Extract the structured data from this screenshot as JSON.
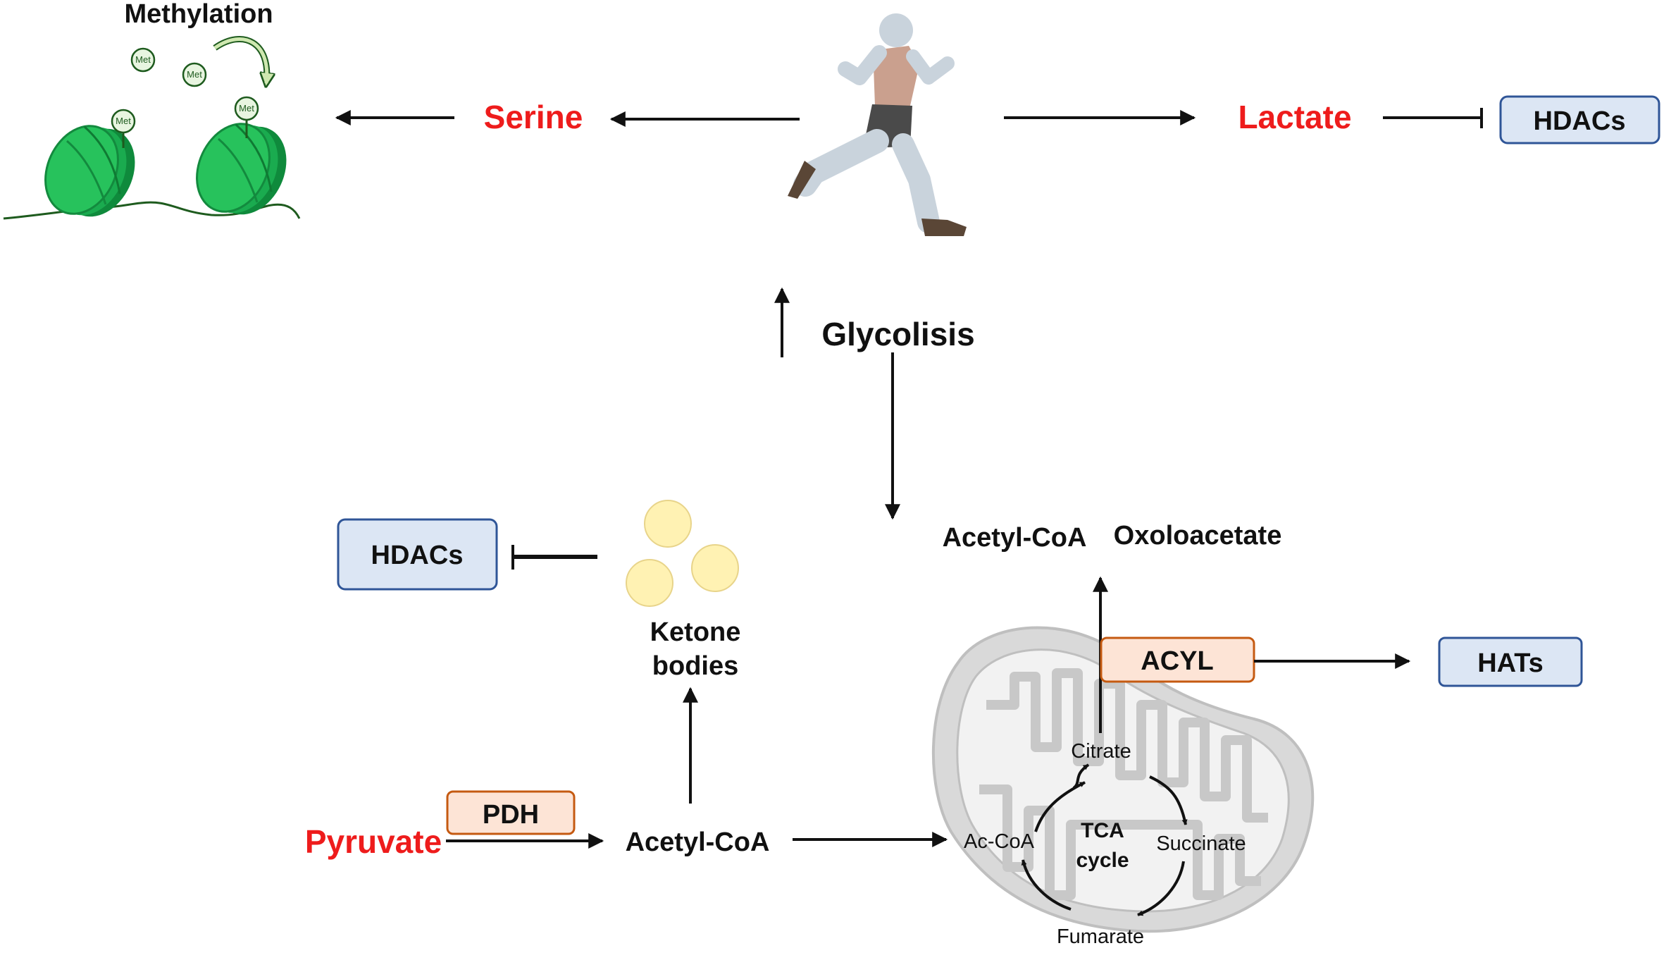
{
  "labels": {
    "methylation": "Methylation",
    "serine": "Serine",
    "lactate": "Lactate",
    "hdacs_top": "HDACs",
    "glycolisis": "Glycolisis",
    "hdacs_left": "HDACs",
    "ketone_line1": "Ketone",
    "ketone_line2": "bodies",
    "acetyl_coa_top": "Acetyl-CoA",
    "oxoloacetate": "Oxoloacetate",
    "acyl": "ACYL",
    "hats": "HATs",
    "pdh": "PDH",
    "pyruvate": "Pyruvate",
    "acetyl_coa_bottom": "Acetyl-CoA",
    "citrate": "Citrate",
    "ac_coa": "Ac-CoA",
    "tca_line1": "TCA",
    "tca_line2": "cycle",
    "succinate": "Succinate",
    "fumarate": "Fumarate",
    "met": "Met"
  },
  "colors": {
    "highlight_red": "#ee1c1c",
    "blue_box_fill": "#dce6f4",
    "blue_box_stroke": "#2f5597",
    "orange_box_fill": "#fde4d6",
    "orange_box_stroke": "#c55a11",
    "nucleosome_green": "#16a04a",
    "ketone_yellow": "#fff2b3",
    "mitochondria_gray": "#d9d9d9"
  }
}
